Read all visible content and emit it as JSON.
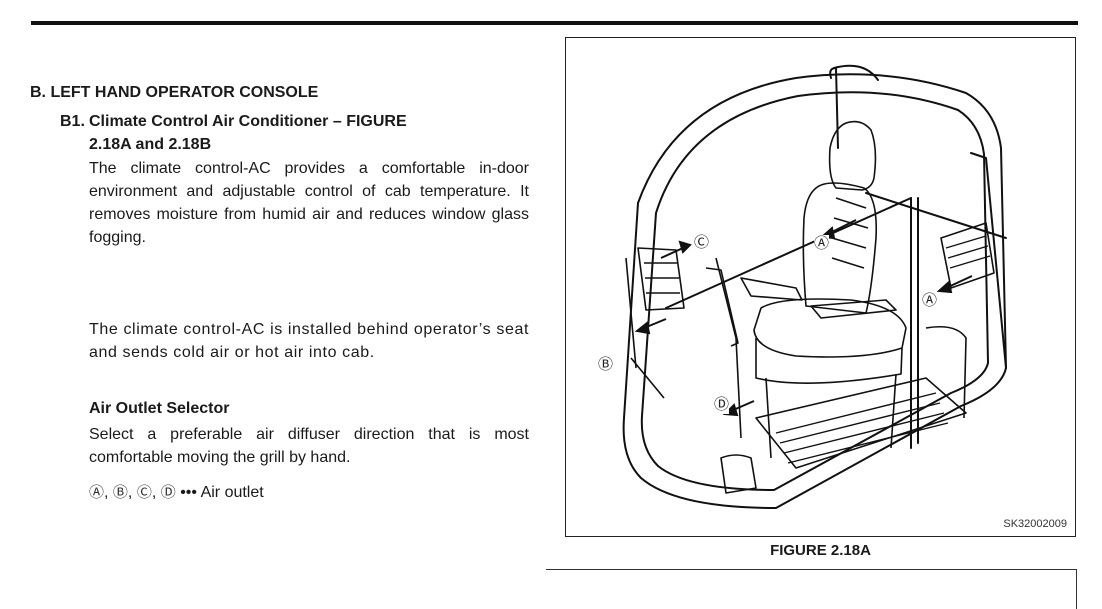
{
  "section": {
    "title": "B.  LEFT HAND OPERATOR CONSOLE",
    "subsection": {
      "number": "B1.",
      "title_line1": "Climate Control Air Conditioner – FIGURE",
      "title_line2": "2.18A and 2.18B"
    },
    "paragraph1": "The climate control-AC provides a comfortable in-door environment and adjustable control of cab temperature. It removes moisture from humid air and reduces window glass fogging.",
    "paragraph2": "The climate control-AC is installed behind operator’s seat and sends cold air or hot air into cab.",
    "air_outlet_heading": "Air Outlet Selector",
    "air_outlet_text": "Select a preferable air diffuser direction that is most comfortable moving the grill by hand.",
    "outlet_legend": {
      "symbols": [
        "Ⓐ",
        "Ⓑ",
        "Ⓒ",
        "Ⓓ"
      ],
      "separator": "•••",
      "label": "Air outlet"
    }
  },
  "figure": {
    "code": "SK32002009",
    "caption": "FIGURE 2.18A",
    "callouts": {
      "a1": "Ⓐ",
      "a2": "Ⓐ",
      "b": "Ⓑ",
      "c": "Ⓒ",
      "d": "Ⓓ"
    }
  }
}
